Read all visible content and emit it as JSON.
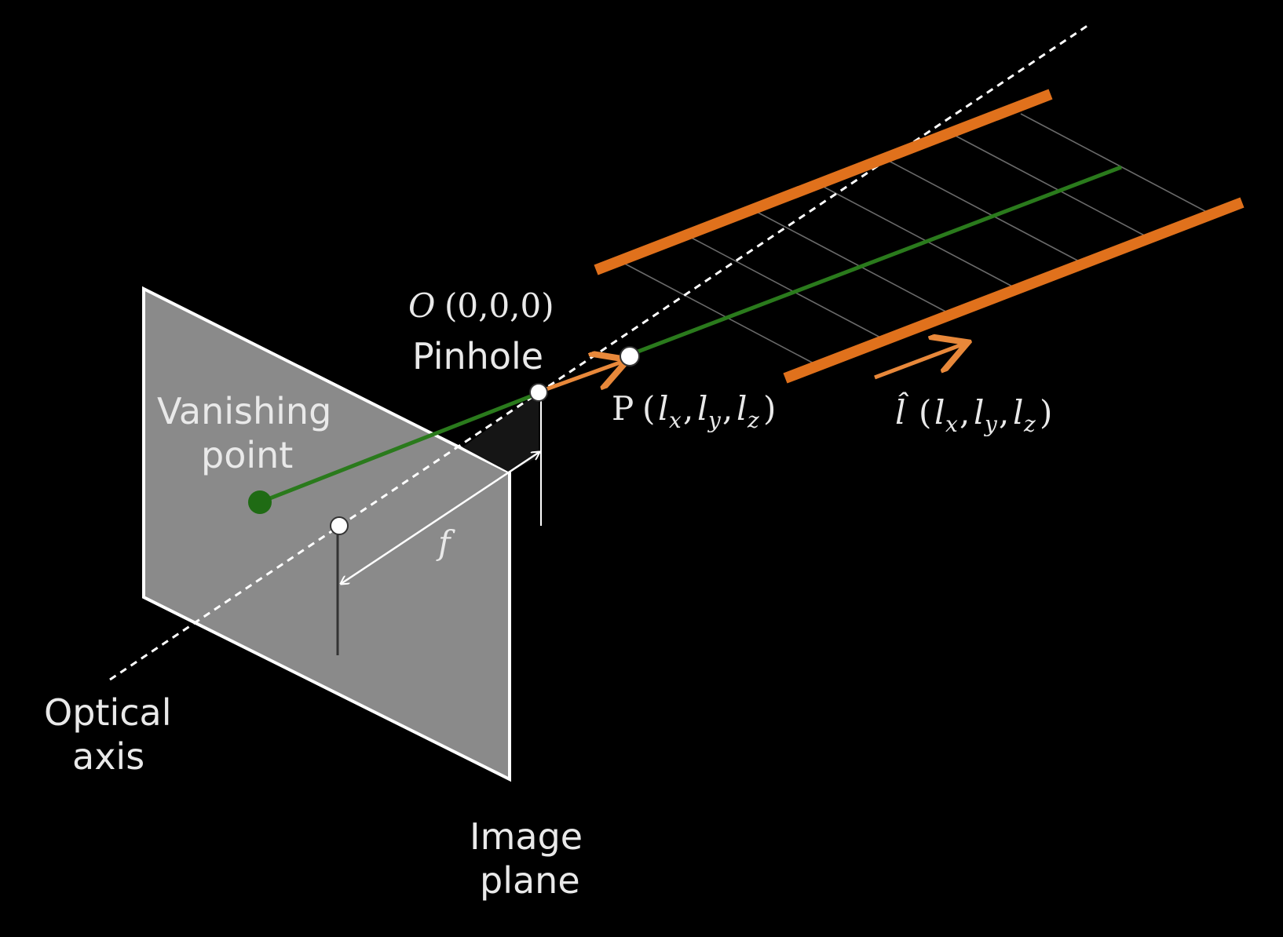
{
  "labels": {
    "origin_symbol": "O",
    "origin_coords": "(0,0,0)",
    "pinhole": "Pinhole",
    "vanishing_point_line1": "Vanishing",
    "vanishing_point_line2": "point",
    "optical_axis_line1": "Optical",
    "optical_axis_line2": "axis",
    "image_plane_line1": "Image",
    "image_plane_line2": "plane",
    "focal_length": "f",
    "point_p": "P",
    "direction_symbol": "l̂",
    "l_symbol": "l",
    "sub_x": "x",
    "sub_y": "y",
    "sub_z": "z",
    "paren_open": "(",
    "paren_close": ")",
    "comma": ","
  },
  "colors": {
    "background": "#000000",
    "image_plane_fill": "#8a8a8a",
    "image_plane_edge": "#ffffff",
    "rail": "#e0711c",
    "ray": "#2a7a1c",
    "vanishing_dot": "#1f6b14",
    "arrow": "#e8883a",
    "grid": "#6a6a6a",
    "axis_dash": "#ffffff"
  }
}
